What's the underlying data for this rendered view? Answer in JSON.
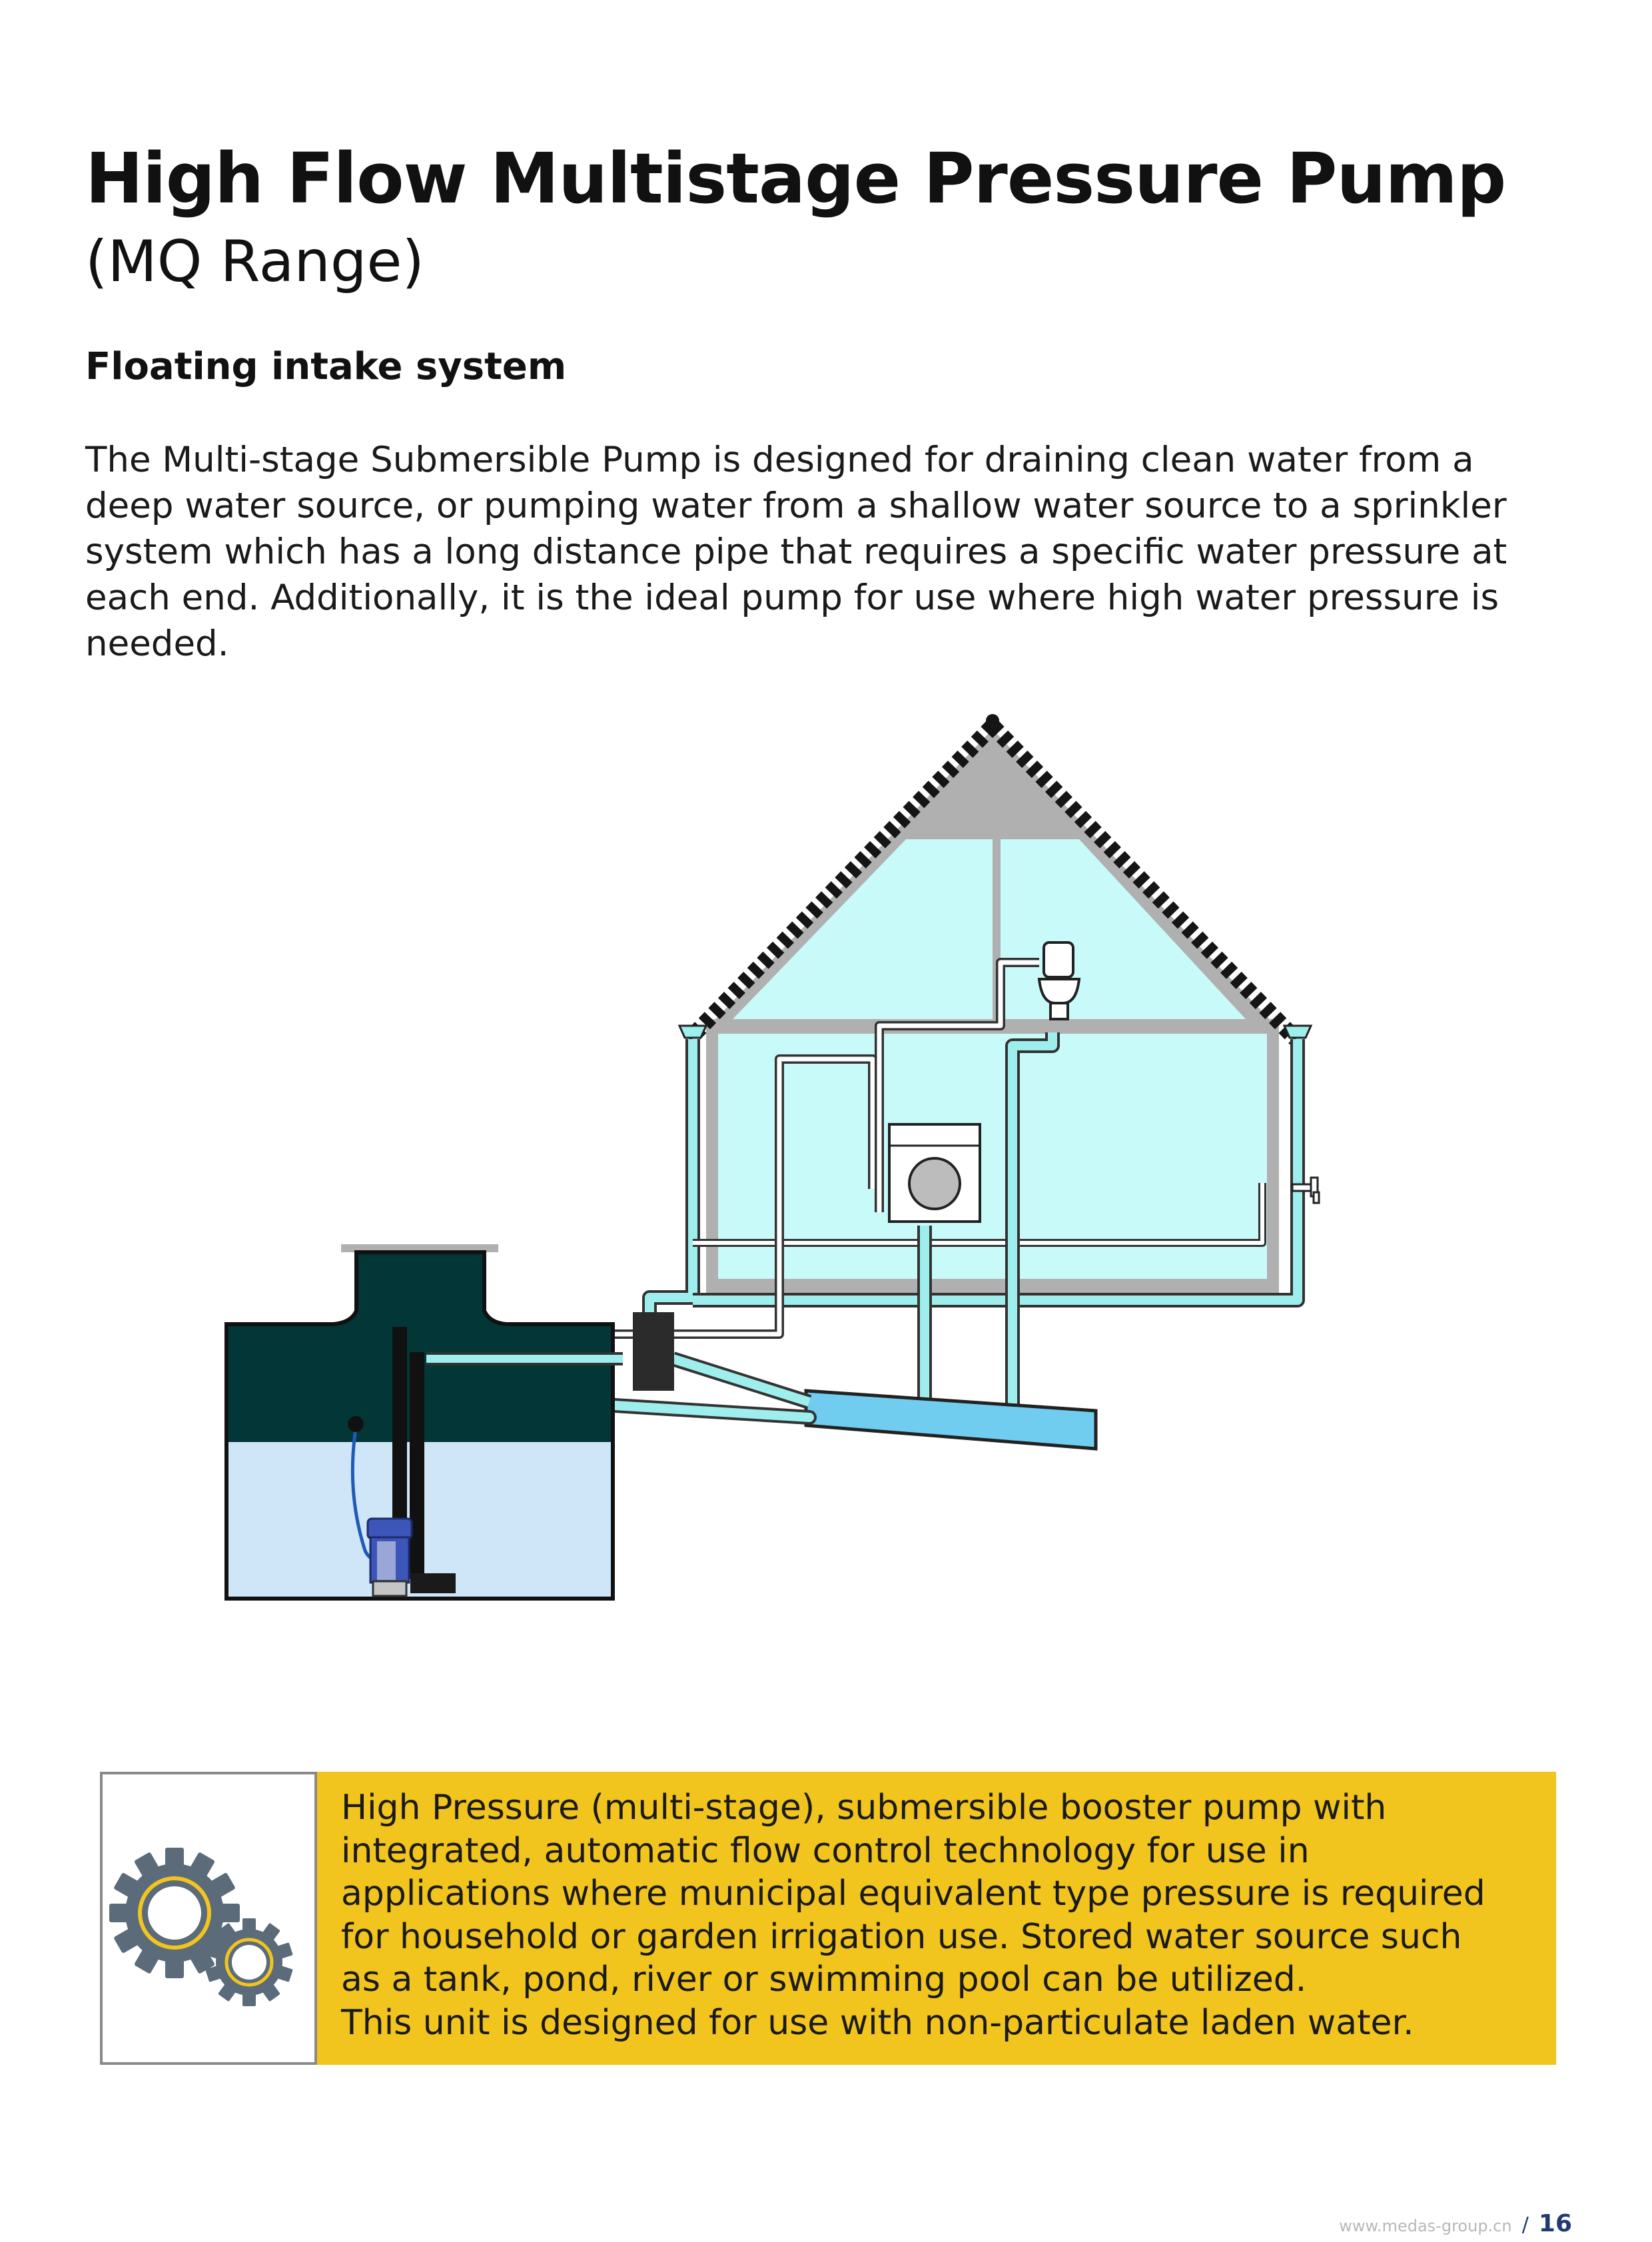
{
  "header": {
    "title": "High Flow Multistage Pressure Pump",
    "subtitle": "(MQ Range)"
  },
  "section": {
    "heading": "Floating intake system",
    "intro": "The Multi-stage Submersible Pump is designed for draining clean water from a deep water source, or pumping water from a shallow water source to a sprinkler system which has a long distance pipe that requires a specific water pressure at each end. Additionally, it is the ideal pump for use where high water pressure is needed."
  },
  "diagram": {
    "colors": {
      "tank_body": "#033737",
      "tank_water": "#cfe6f8",
      "house_interior": "#c8fafa",
      "pipe_fill": "#9feeee",
      "wall_grey": "#b0b0b0",
      "drain_pipe": "#70cdf0",
      "pump_blue": "#3b55b8",
      "controller": "#2b2b2b"
    },
    "icons": [
      "washing-machine-icon",
      "toilet-icon",
      "outdoor-tap-icon",
      "submersible-pump-icon"
    ]
  },
  "info_box": {
    "icon": "gears-icon",
    "lines": [
      "High Pressure (multi-stage), submersible booster pump with",
      "integrated, automatic flow control technology for use in",
      "applications where municipal equivalent type pressure is required",
      "for household or garden irrigation use.  Stored water source such",
      "as a tank, pond, river or swimming pool can be utilized.",
      "This unit is designed for use with non-particulate laden water."
    ],
    "colors": {
      "background": "#f2c41e",
      "gear": "#5b6b7a",
      "gear_ring": "#f2c41e"
    }
  },
  "footer": {
    "url": "www.medas-group.cn",
    "separator": "/",
    "page_number": "16"
  }
}
